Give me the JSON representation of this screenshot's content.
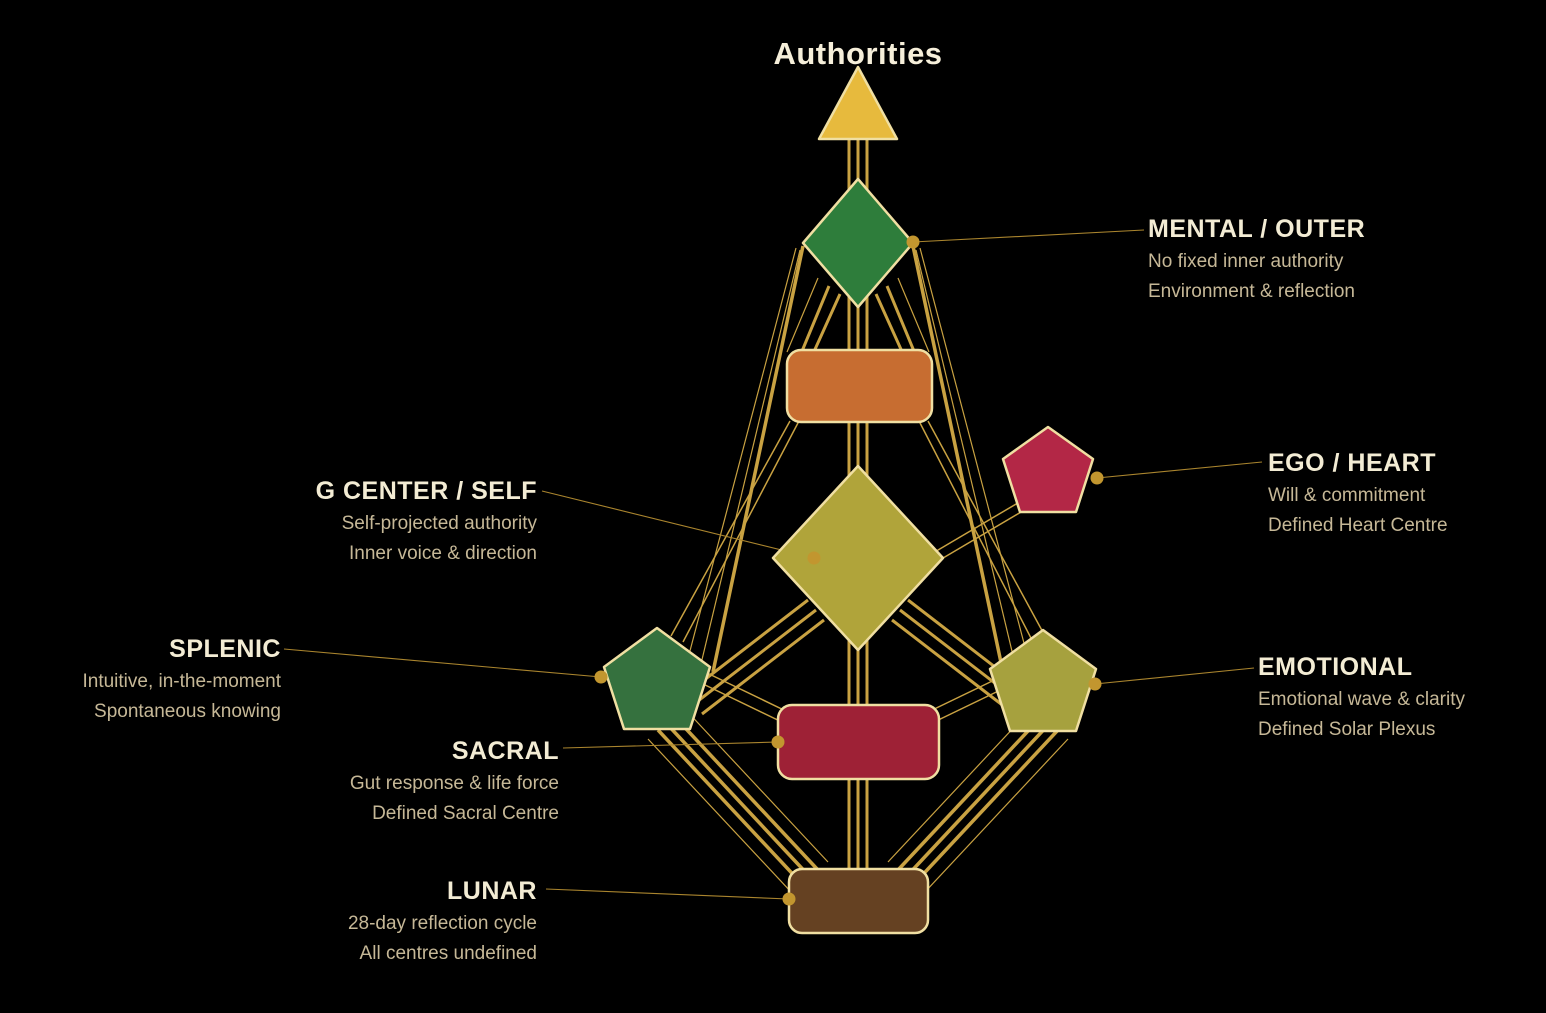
{
  "title": "Authorities",
  "colors": {
    "background": "#000000",
    "title": "#f6efda",
    "label_title": "#f3ecd4",
    "label_sub": "#c6b897",
    "border": "#f0dfa2",
    "gold": "#c9a242",
    "leader": "#aa852e",
    "dot": "#c2962f"
  },
  "centers": [
    {
      "id": "head",
      "shape": "triangle",
      "color": "#e7ba3d"
    },
    {
      "id": "ajna",
      "shape": "diamond",
      "color": "#2e7d3b"
    },
    {
      "id": "throat",
      "shape": "rounded-rect",
      "color": "#c76d31"
    },
    {
      "id": "heart",
      "shape": "pentagon",
      "color": "#b32746"
    },
    {
      "id": "g-center",
      "shape": "diamond",
      "color": "#b0a43a"
    },
    {
      "id": "spleen",
      "shape": "pentagon",
      "color": "#35713e"
    },
    {
      "id": "solar-plexus",
      "shape": "pentagon",
      "color": "#a6a13e"
    },
    {
      "id": "sacral",
      "shape": "rounded-rect",
      "color": "#9e2136"
    },
    {
      "id": "root",
      "shape": "rounded-rect",
      "color": "#654122"
    }
  ],
  "labels": [
    {
      "id": "mental",
      "title": "MENTAL / OUTER",
      "line1": "No fixed inner authority",
      "line2": "Environment & reflection"
    },
    {
      "id": "ego",
      "title": "EGO / HEART",
      "line1": "Will & commitment",
      "line2": "Defined Heart Centre"
    },
    {
      "id": "g_center",
      "title": "G CENTER / SELF",
      "line1": "Self-projected authority",
      "line2": "Inner voice & direction"
    },
    {
      "id": "splenic",
      "title": "SPLENIC",
      "line1": "Intuitive, in-the-moment",
      "line2": "Spontaneous knowing"
    },
    {
      "id": "emotional",
      "title": "EMOTIONAL",
      "line1": "Emotional wave & clarity",
      "line2": "Defined Solar Plexus"
    },
    {
      "id": "sacral",
      "title": "SACRAL",
      "line1": "Gut response & life force",
      "line2": "Defined Sacral Centre"
    },
    {
      "id": "lunar",
      "title": "LUNAR",
      "line1": "28-day reflection cycle",
      "line2": "All centres undefined"
    }
  ]
}
